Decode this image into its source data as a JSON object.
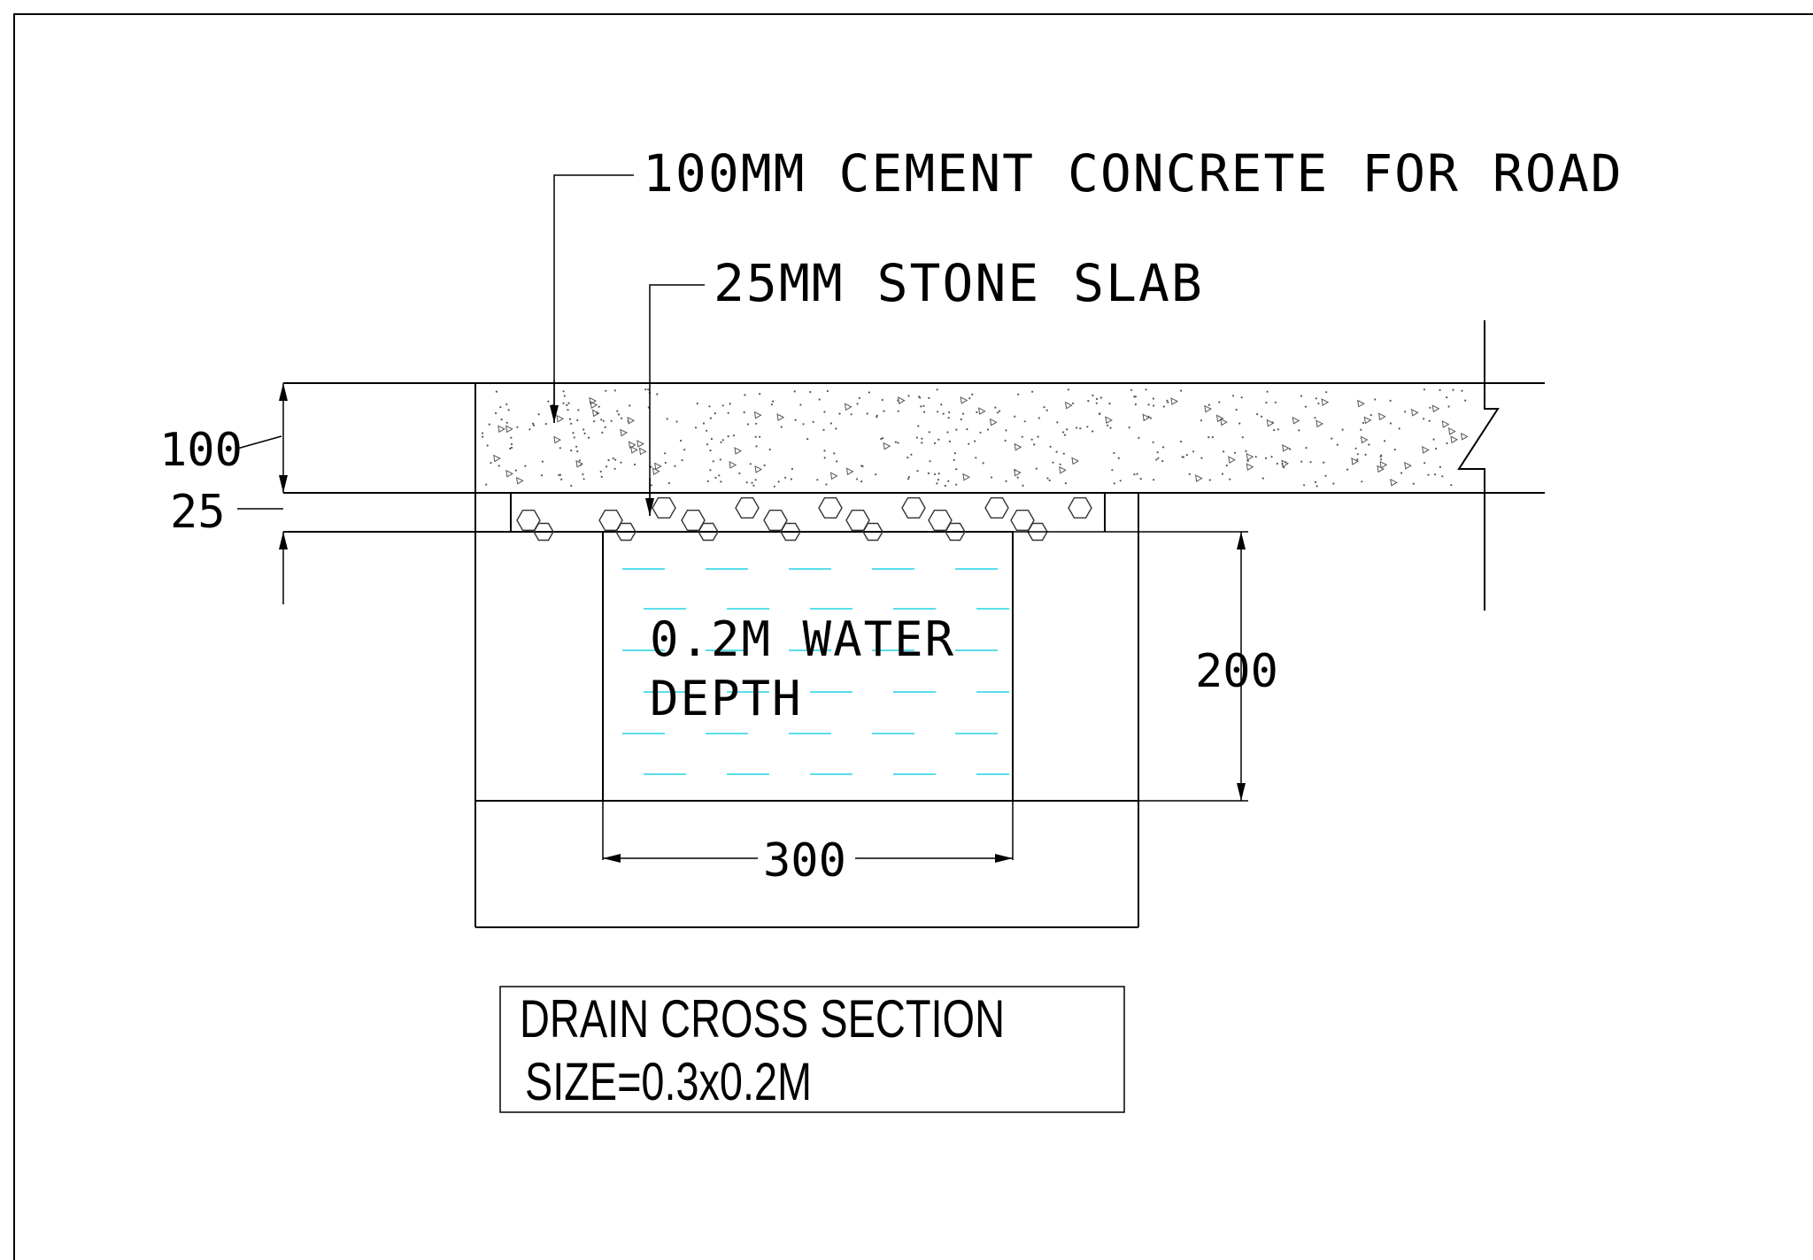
{
  "labels": {
    "concrete": "100MM CEMENT CONCRETE FOR ROAD",
    "slab": "25MM STONE SLAB",
    "water_line1": "0.2M WATER",
    "water_line2": "DEPTH"
  },
  "dimensions": {
    "concrete_thickness": "100",
    "slab_thickness": "25",
    "depth": "200",
    "width": "300"
  },
  "title_block": {
    "title": "DRAIN CROSS SECTION",
    "size": "SIZE=0.3x0.2M"
  },
  "colors": {
    "lines": "#000000",
    "water": "#22d3e6",
    "background": "#ffffff"
  }
}
